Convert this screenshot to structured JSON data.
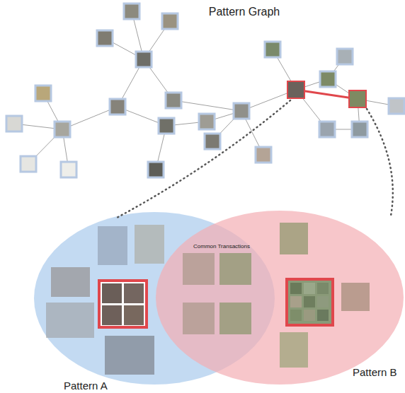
{
  "diagram": {
    "title": "Pattern Graph",
    "nodes": [
      {
        "text": [
          "Pattern A"
        ]
      },
      {
        "text": [
          "Pattern B"
        ]
      }
    ],
    "labels": [
      "Common Transactions"
    ]
  }
}
